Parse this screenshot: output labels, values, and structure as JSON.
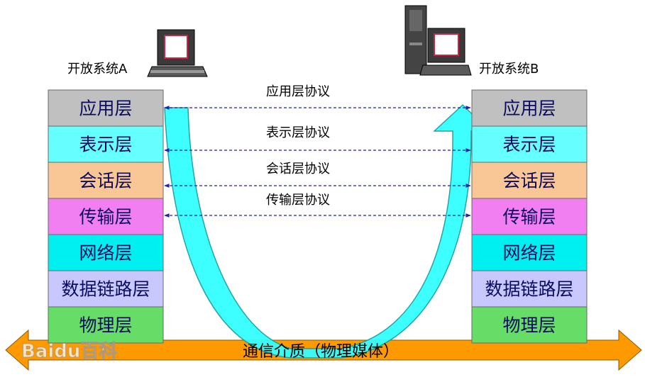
{
  "system_a": {
    "label": "开放系统A"
  },
  "system_b": {
    "label": "开放系统B"
  },
  "layers": [
    {
      "name": "应用层",
      "color": "#c0c0c0"
    },
    {
      "name": "表示层",
      "color": "#66ffff"
    },
    {
      "name": "会话层",
      "color": "#f9c796"
    },
    {
      "name": "传输层",
      "color": "#f27ff2"
    },
    {
      "name": "网络层",
      "color": "#00f0f0"
    },
    {
      "name": "数据链路层",
      "color": "#c8c8ff"
    },
    {
      "name": "物理层",
      "color": "#66dd66"
    }
  ],
  "protocols": [
    {
      "label": "应用层协议"
    },
    {
      "label": "表示层协议"
    },
    {
      "label": "会话层协议"
    },
    {
      "label": "传输层协议"
    }
  ],
  "medium": {
    "label": "通信介质（物理媒体）",
    "color": "#ff9900"
  },
  "flow_arrow_color": "#33ffff",
  "watermark": {
    "text": "Baidu百科"
  }
}
